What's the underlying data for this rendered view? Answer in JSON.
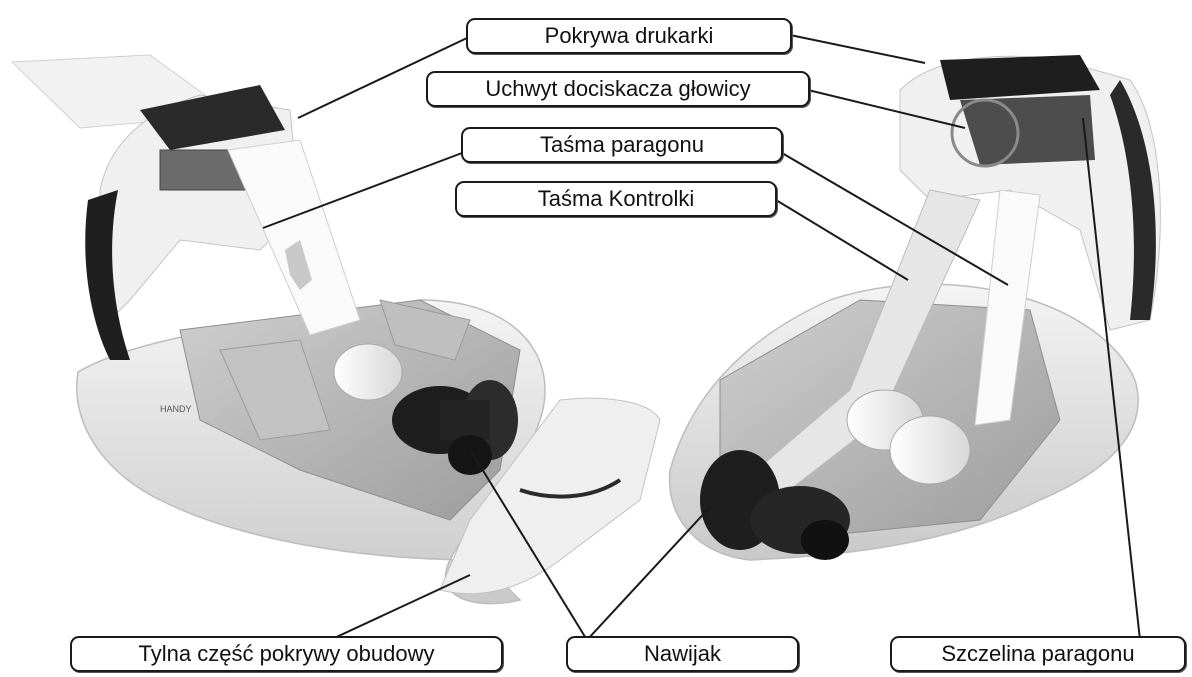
{
  "labels": {
    "cover": "Pokrywa drukarki",
    "head_holder": "Uchwyt dociskacza głowicy",
    "receipt_tape": "Taśma paragonu",
    "control_tape": "Taśma Kontrolki",
    "back_cover": "Tylna część pokrywy obudowy",
    "winder": "Nawijak",
    "receipt_slot": "Szczelina paragonu"
  },
  "printer_model_text": "HANDY",
  "colors": {
    "line": "#1a1a1a",
    "housing_light": "#ececec",
    "housing_mid": "#b8b8b8",
    "housing_dark": "#2a2a2a"
  }
}
